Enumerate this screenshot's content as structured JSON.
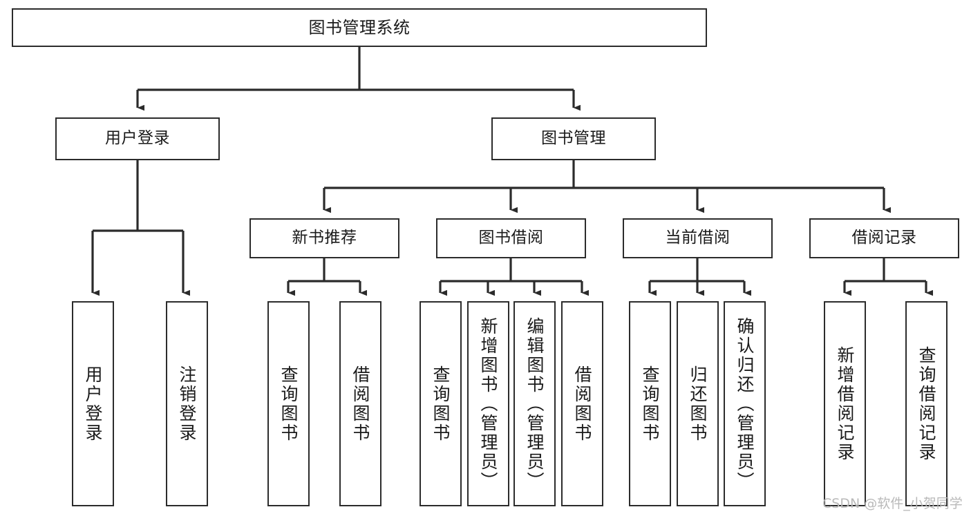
{
  "diagram": {
    "title": "图书管理系统",
    "type": "tree-hierarchy-diagram",
    "watermark": "CSDN @软件_小贺同学",
    "colors": {
      "box_stroke": "#2b2b2b",
      "box_fill": "#ffffff",
      "connector": "#2b2b2b",
      "text": "#1a1a1a",
      "watermark": "#b9b9b9"
    },
    "root": {
      "label": "图书管理系统"
    },
    "level2": [
      {
        "label": "用户登录"
      },
      {
        "label": "图书管理"
      }
    ],
    "level3": [
      {
        "label": "新书推荐"
      },
      {
        "label": "图书借阅"
      },
      {
        "label": "当前借阅"
      },
      {
        "label": "借阅记录"
      }
    ],
    "leaves": {
      "user_login": [
        {
          "label": "用户登录"
        },
        {
          "label": "注销登录"
        }
      ],
      "new_book_recommend": [
        {
          "label": "查询图书"
        },
        {
          "label": "借阅图书"
        }
      ],
      "book_borrow": [
        {
          "label": "查询图书"
        },
        {
          "label": "新增图书（管理员）"
        },
        {
          "label": "编辑图书（管理员）"
        },
        {
          "label": "借阅图书"
        }
      ],
      "current_borrow": [
        {
          "label": "查询图书"
        },
        {
          "label": "归还图书"
        },
        {
          "label": "确认归还（管理员）"
        }
      ],
      "borrow_record": [
        {
          "label": "新增借阅记录"
        },
        {
          "label": "查询借阅记录"
        }
      ]
    }
  }
}
